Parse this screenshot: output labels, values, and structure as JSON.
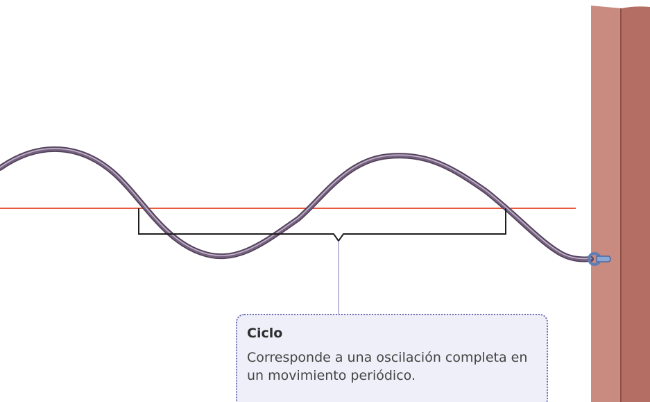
{
  "callout": {
    "title": "Ciclo",
    "description": "Corresponde a una oscilación completa en un movimiento periódico."
  },
  "colors": {
    "rope": "#76627f",
    "rope_highlight": "#c6b7cf",
    "equilibrium_line": "#e85a3c",
    "bracket": "#1e1e1e",
    "pointer_line": "#7d7db8",
    "wall_front": "#c98a80",
    "wall_side": "#b46e63",
    "hook": "#5e7fb6",
    "callout_background": "#eeeff8",
    "callout_border": "#6f6fb0"
  },
  "icons": {
    "wall": "wall",
    "hook": "ring-hook"
  }
}
